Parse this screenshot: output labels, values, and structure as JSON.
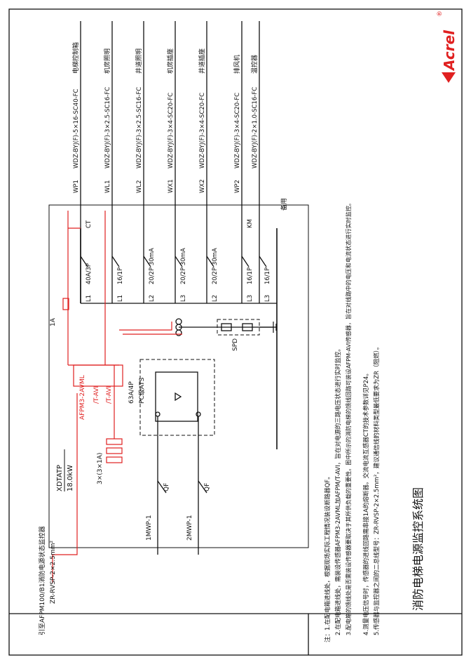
{
  "title_block": {
    "title": "消防电梯电源监控系统图",
    "brand": "Acrel",
    "registered": "®"
  },
  "circuits": [
    {
      "id": "WP1",
      "cable": "WDZ-BYJ(F)-5×16-SC40-FC",
      "load": "电梯控制箱",
      "breaker": "40A/3P",
      "phase": "L1",
      "extra": "CT"
    },
    {
      "id": "WL1",
      "cable": "WDZ-BYJ(F)-3×2.5-SC16-FC",
      "load": "机房照明",
      "breaker": "16/1P",
      "phase": "L1",
      "extra": ""
    },
    {
      "id": "WL2",
      "cable": "WDZ-BYJ(F)-3×2.5-SC16-FC",
      "load": "井道照明",
      "breaker": "20/2P 30mA",
      "phase": "L2",
      "extra": ""
    },
    {
      "id": "WX1",
      "cable": "WDZ-BYJ(F)-3×4-SC20-FC",
      "load": "机房插座",
      "breaker": "20/2P 30mA",
      "phase": "L3",
      "extra": ""
    },
    {
      "id": "WX2",
      "cable": "WDZ-BYJ(F)-3×4-SC20-FC",
      "load": "井道插座",
      "breaker": "20/2P 30mA",
      "phase": "L2",
      "extra": ""
    },
    {
      "id": "WP2",
      "cable": "WDZ-BYJ(F)-3×4-SC20-FC",
      "load": "排风机",
      "breaker": "16/1P",
      "phase": "L3",
      "extra": "KM"
    },
    {
      "id": "",
      "cable": "WDZ-BYJ(F)-2×1.0-SC16-FC",
      "load": "温控器",
      "breaker": "16/1P",
      "phase": "L3",
      "extra": ""
    }
  ],
  "spare_label": "备用",
  "ats": {
    "rating": "63A/4P",
    "type": "PC级ATS"
  },
  "spd_label": "SPD",
  "fuse_label": "1A",
  "ct_label": "3×(3×1A)",
  "box": {
    "name": "XDTATP",
    "power": "18.0kW"
  },
  "qf_label": "QF",
  "incoming": [
    "1MWP-1",
    "2MWP-1"
  ],
  "sensors": [
    "AFPM3-2AVML",
    "/T-AVI",
    "/T-AVI"
  ],
  "monitor_line": "引至AFPM100/B1消防电源状态监控器",
  "bus_cable": "ZR-RVSP-2×2.5mm²",
  "notes": [
    "注：1.在配电箱进线处，根据现场实际工程情况装设断路器QF。",
    "2.在配电箱进线处，需装设传感器AFPM3-2AVML加AFPM/T-AVI，旨在对电源的三路电压状态进行实时监控。",
    "3.配电箱的馈线处是否需装设传感器要取决于其所供负载的重要性。图中所示的消防电梯的馈线回路可装设AFPM-AVI传感器，旨在对线路中的电压和电流状态进行实时监控。",
    "4.测量电压信号时，传感器的进线回路需串接1A的熔断器。交流电流互感器CT的技术参数详见P24。",
    "5.传感器与监控器之间的二总线型号：ZR-RVSP-2×2.5mm²，建议通信线的材料类型最低要求为ZR（阻燃）。"
  ]
}
